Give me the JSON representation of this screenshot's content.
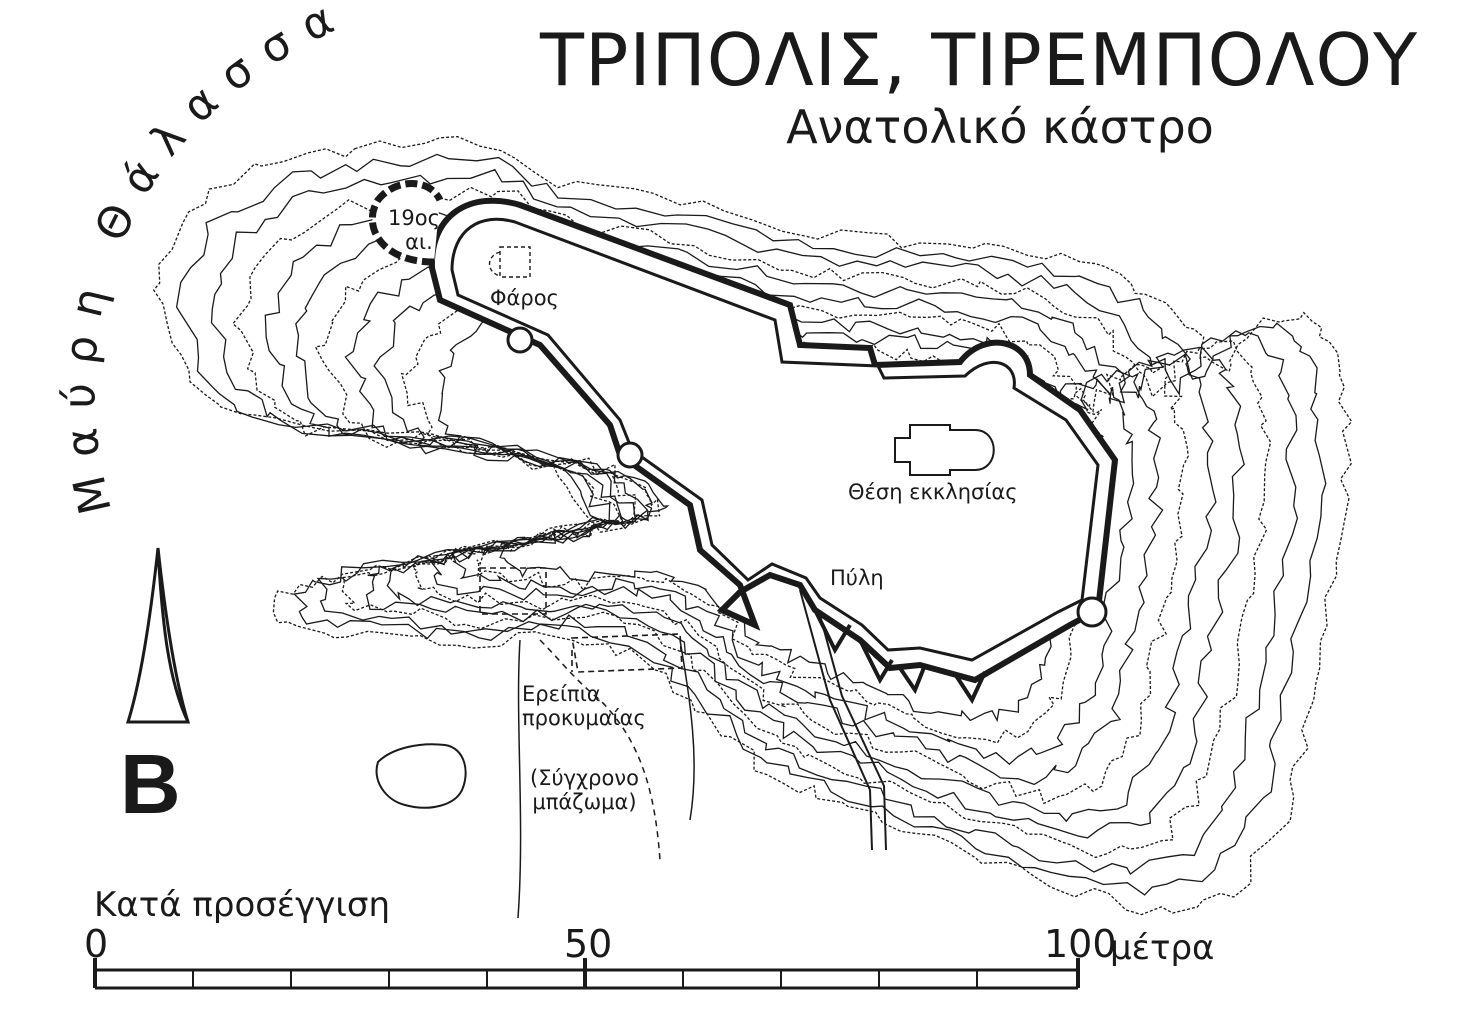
{
  "map": {
    "title": "ΤΡΙΠΟΛΙΣ, ΤΙΡΕΜΠΟΛΟΥ",
    "subtitle": "Ανατολικό κάστρο",
    "sea_label": "Μαύρη Θάλασσα",
    "north_label": "B",
    "labels": {
      "century": [
        "19ος",
        "αι."
      ],
      "lighthouse": "Φάρος",
      "church": "Θέση εκκλησίας",
      "gate": "Πύλη",
      "ruins": [
        "Ερείπια",
        "προκυμαίας"
      ],
      "modern": [
        "(Σύγχρονο",
        "μπάζωμα)"
      ]
    },
    "scale": {
      "note": "Κατά προσέγγιση",
      "ticks": [
        "0",
        "50",
        "100"
      ],
      "unit": "μέτρα"
    },
    "colors": {
      "ink": "#1a1a1a",
      "paper": "#ffffff"
    }
  }
}
